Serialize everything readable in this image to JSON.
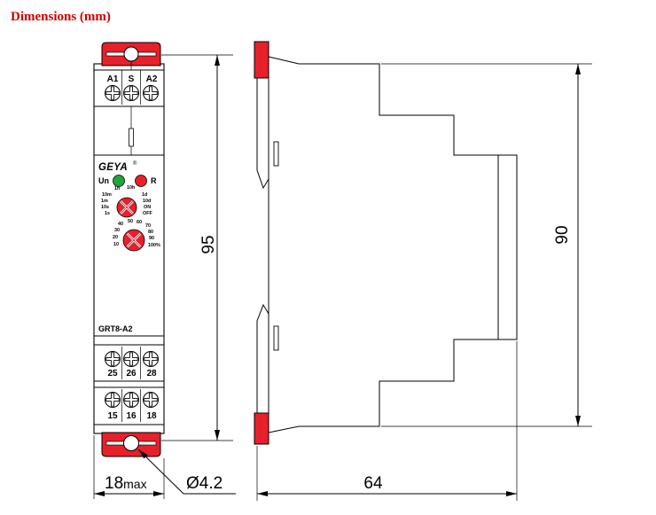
{
  "title": "Dimensions (mm)",
  "front_view": {
    "top_terminals": [
      "A1",
      "S",
      "A2"
    ],
    "brand": "GEYA",
    "brand_mark": "®",
    "indicators": [
      {
        "label": "Un"
      },
      {
        "label": "R"
      }
    ],
    "time_range_dial": {
      "labels": [
        "1h",
        "10h",
        "10m",
        "1d",
        "1m",
        "10d",
        "10s",
        "ON",
        "1s",
        "OFF"
      ]
    },
    "percent_dial": {
      "labels": [
        "40",
        "50",
        "60",
        "70",
        "30",
        "80",
        "20",
        "90",
        "10",
        "100%"
      ]
    },
    "model": "GRT8-A2",
    "middle_terminals": [
      "25",
      "26",
      "28"
    ],
    "bottom_terminals": [
      "15",
      "16",
      "18"
    ]
  },
  "dimensions": {
    "height_front": "95",
    "width_value": "18",
    "width_suffix": "max",
    "hole_diameter": "Ø4.2",
    "height_side": "90",
    "depth": "64"
  },
  "colors": {
    "title": "#cc0000",
    "clip": "#e8202a",
    "dial": "#e8202a",
    "led_green": "#1fa53c",
    "led_red": "#e8202a"
  }
}
